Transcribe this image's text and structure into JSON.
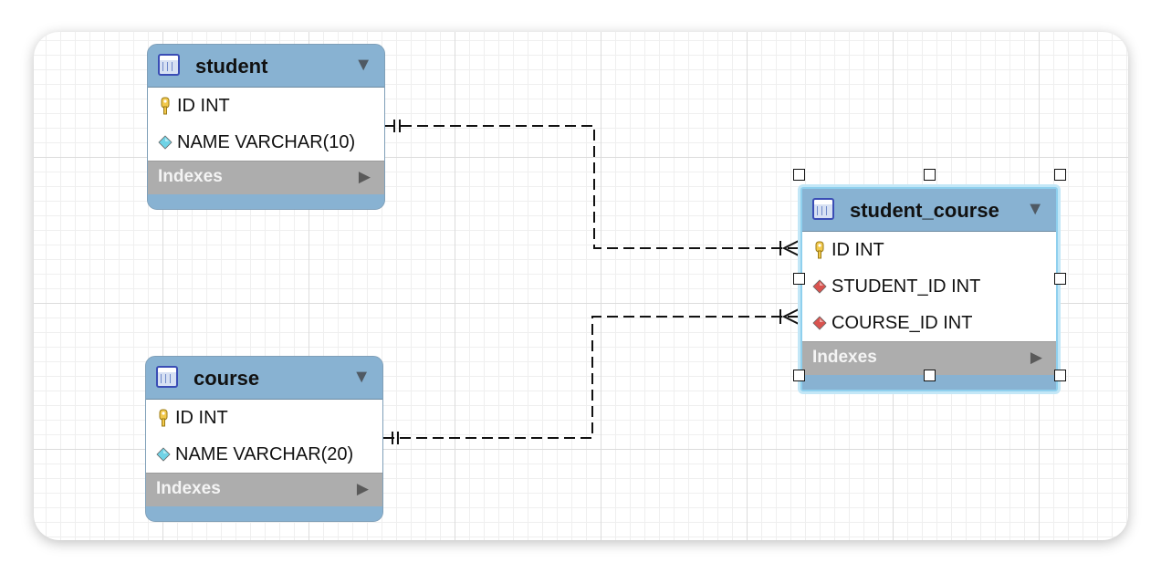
{
  "tables": [
    {
      "name": "student",
      "columns": [
        {
          "text": "ID INT",
          "icon": "primary-key-icon"
        },
        {
          "text": "NAME VARCHAR(10)",
          "icon": "column-diamond-icon"
        }
      ],
      "indexes_label": "Indexes",
      "selected": false
    },
    {
      "name": "course",
      "columns": [
        {
          "text": "ID INT",
          "icon": "primary-key-icon"
        },
        {
          "text": "NAME VARCHAR(20)",
          "icon": "column-diamond-icon"
        }
      ],
      "indexes_label": "Indexes",
      "selected": false
    },
    {
      "name": "student_course",
      "columns": [
        {
          "text": "ID INT",
          "icon": "primary-key-icon"
        },
        {
          "text": "STUDENT_ID INT",
          "icon": "foreign-key-diamond-icon"
        },
        {
          "text": "COURSE_ID INT",
          "icon": "foreign-key-diamond-icon"
        }
      ],
      "indexes_label": "Indexes",
      "selected": true
    }
  ],
  "relationships": [
    {
      "from": "student",
      "to": "student_course",
      "from_cardinality": "one-and-only-one",
      "to_cardinality": "one-or-many",
      "style": "dashed"
    },
    {
      "from": "course",
      "to": "student_course",
      "from_cardinality": "one-and-only-one",
      "to_cardinality": "one-or-many",
      "style": "dashed"
    }
  ],
  "colors": {
    "table_header": "#88b2d2",
    "indexes_bar": "#adadad",
    "selection_glow": "#8fd0ee",
    "primary_key": "#f2c94c",
    "column_diamond": "#6fd3e6",
    "foreign_key_diamond": "#d9534f"
  }
}
